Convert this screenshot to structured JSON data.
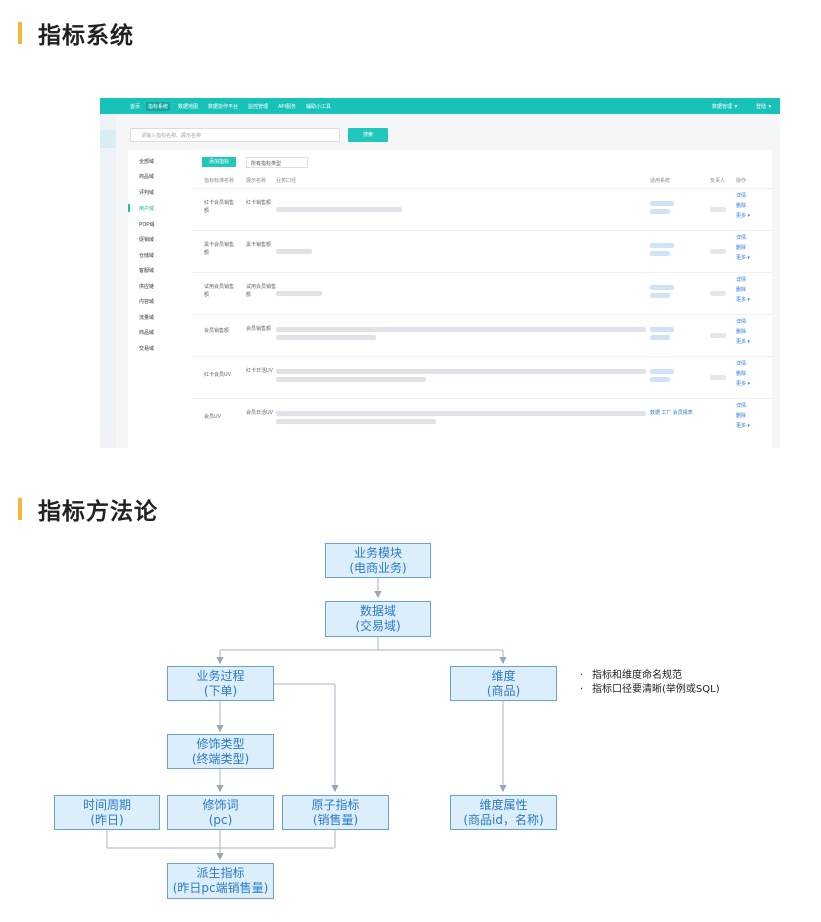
{
  "section1": {
    "title": "指标系统"
  },
  "section2": {
    "title": "指标方法论"
  },
  "screenshot": {
    "nav": [
      "首页",
      "指标系统",
      "数据地图",
      "数据协作平台",
      "监控管理",
      "API服务",
      "辅助小工具"
    ],
    "nav_right": [
      "数据管理 ▼",
      "登陆 ▼"
    ],
    "search_placeholder": "请输入指标名称、展示名称",
    "search_button": "搜索",
    "domains": [
      "全部域",
      "商品域",
      "评判域",
      "用户域",
      "POP域",
      "促销域",
      "仓储域",
      "客服域",
      "供应链",
      "内容域",
      "流量域",
      "商品域",
      "交易域"
    ],
    "add_button": "添加指标",
    "type_select": "所有指标类型",
    "headers": [
      "指标标准名称",
      "展示名称",
      "业务口径",
      "适用系统",
      "负责人",
      "操作"
    ],
    "rows": [
      {
        "std": "红卡会员销售额",
        "show": "红卡销售额"
      },
      {
        "std": "黑卡会员销售额",
        "show": "黑卡销售额"
      },
      {
        "std": "试用会员销售额",
        "show": "试用会员销售额"
      },
      {
        "std": "会员销售额",
        "show": "会员销售额"
      },
      {
        "std": "红卡会员UV",
        "show": "红卡日活UV"
      },
      {
        "std": "会员UV",
        "show": "会员日活UV"
      }
    ],
    "ops": [
      "详情",
      "删除",
      "更多 ▾"
    ],
    "last_system": "数据 工厂 会员报表"
  },
  "diagram": {
    "business_module": [
      "业务模块",
      "(电商业务)"
    ],
    "data_domain": [
      "数据域",
      "(交易域)"
    ],
    "business_process": [
      "业务过程",
      "(下单)"
    ],
    "dimension": [
      "维度",
      "(商品)"
    ],
    "modifier_type": [
      "修饰类型",
      "(终端类型)"
    ],
    "time_period": [
      "时间周期",
      "(昨日)"
    ],
    "modifier": [
      "修饰词",
      "(pc)"
    ],
    "atomic_metric": [
      "原子指标",
      "(销售量)"
    ],
    "dimension_attr": [
      "维度属性",
      "(商品id，名称)"
    ],
    "derived_metric": [
      "派生指标",
      "(昨日pc端销售量)"
    ],
    "notes": [
      "指标和维度命名规范",
      "指标口径要清晰(举例或SQL)"
    ]
  },
  "colors": {
    "accent_bar": "#f2b63c",
    "box_fill": "#ddeefb",
    "box_border": "#6aa2d6",
    "box_text": "#2b79c9",
    "nav": "#19c2b8"
  }
}
